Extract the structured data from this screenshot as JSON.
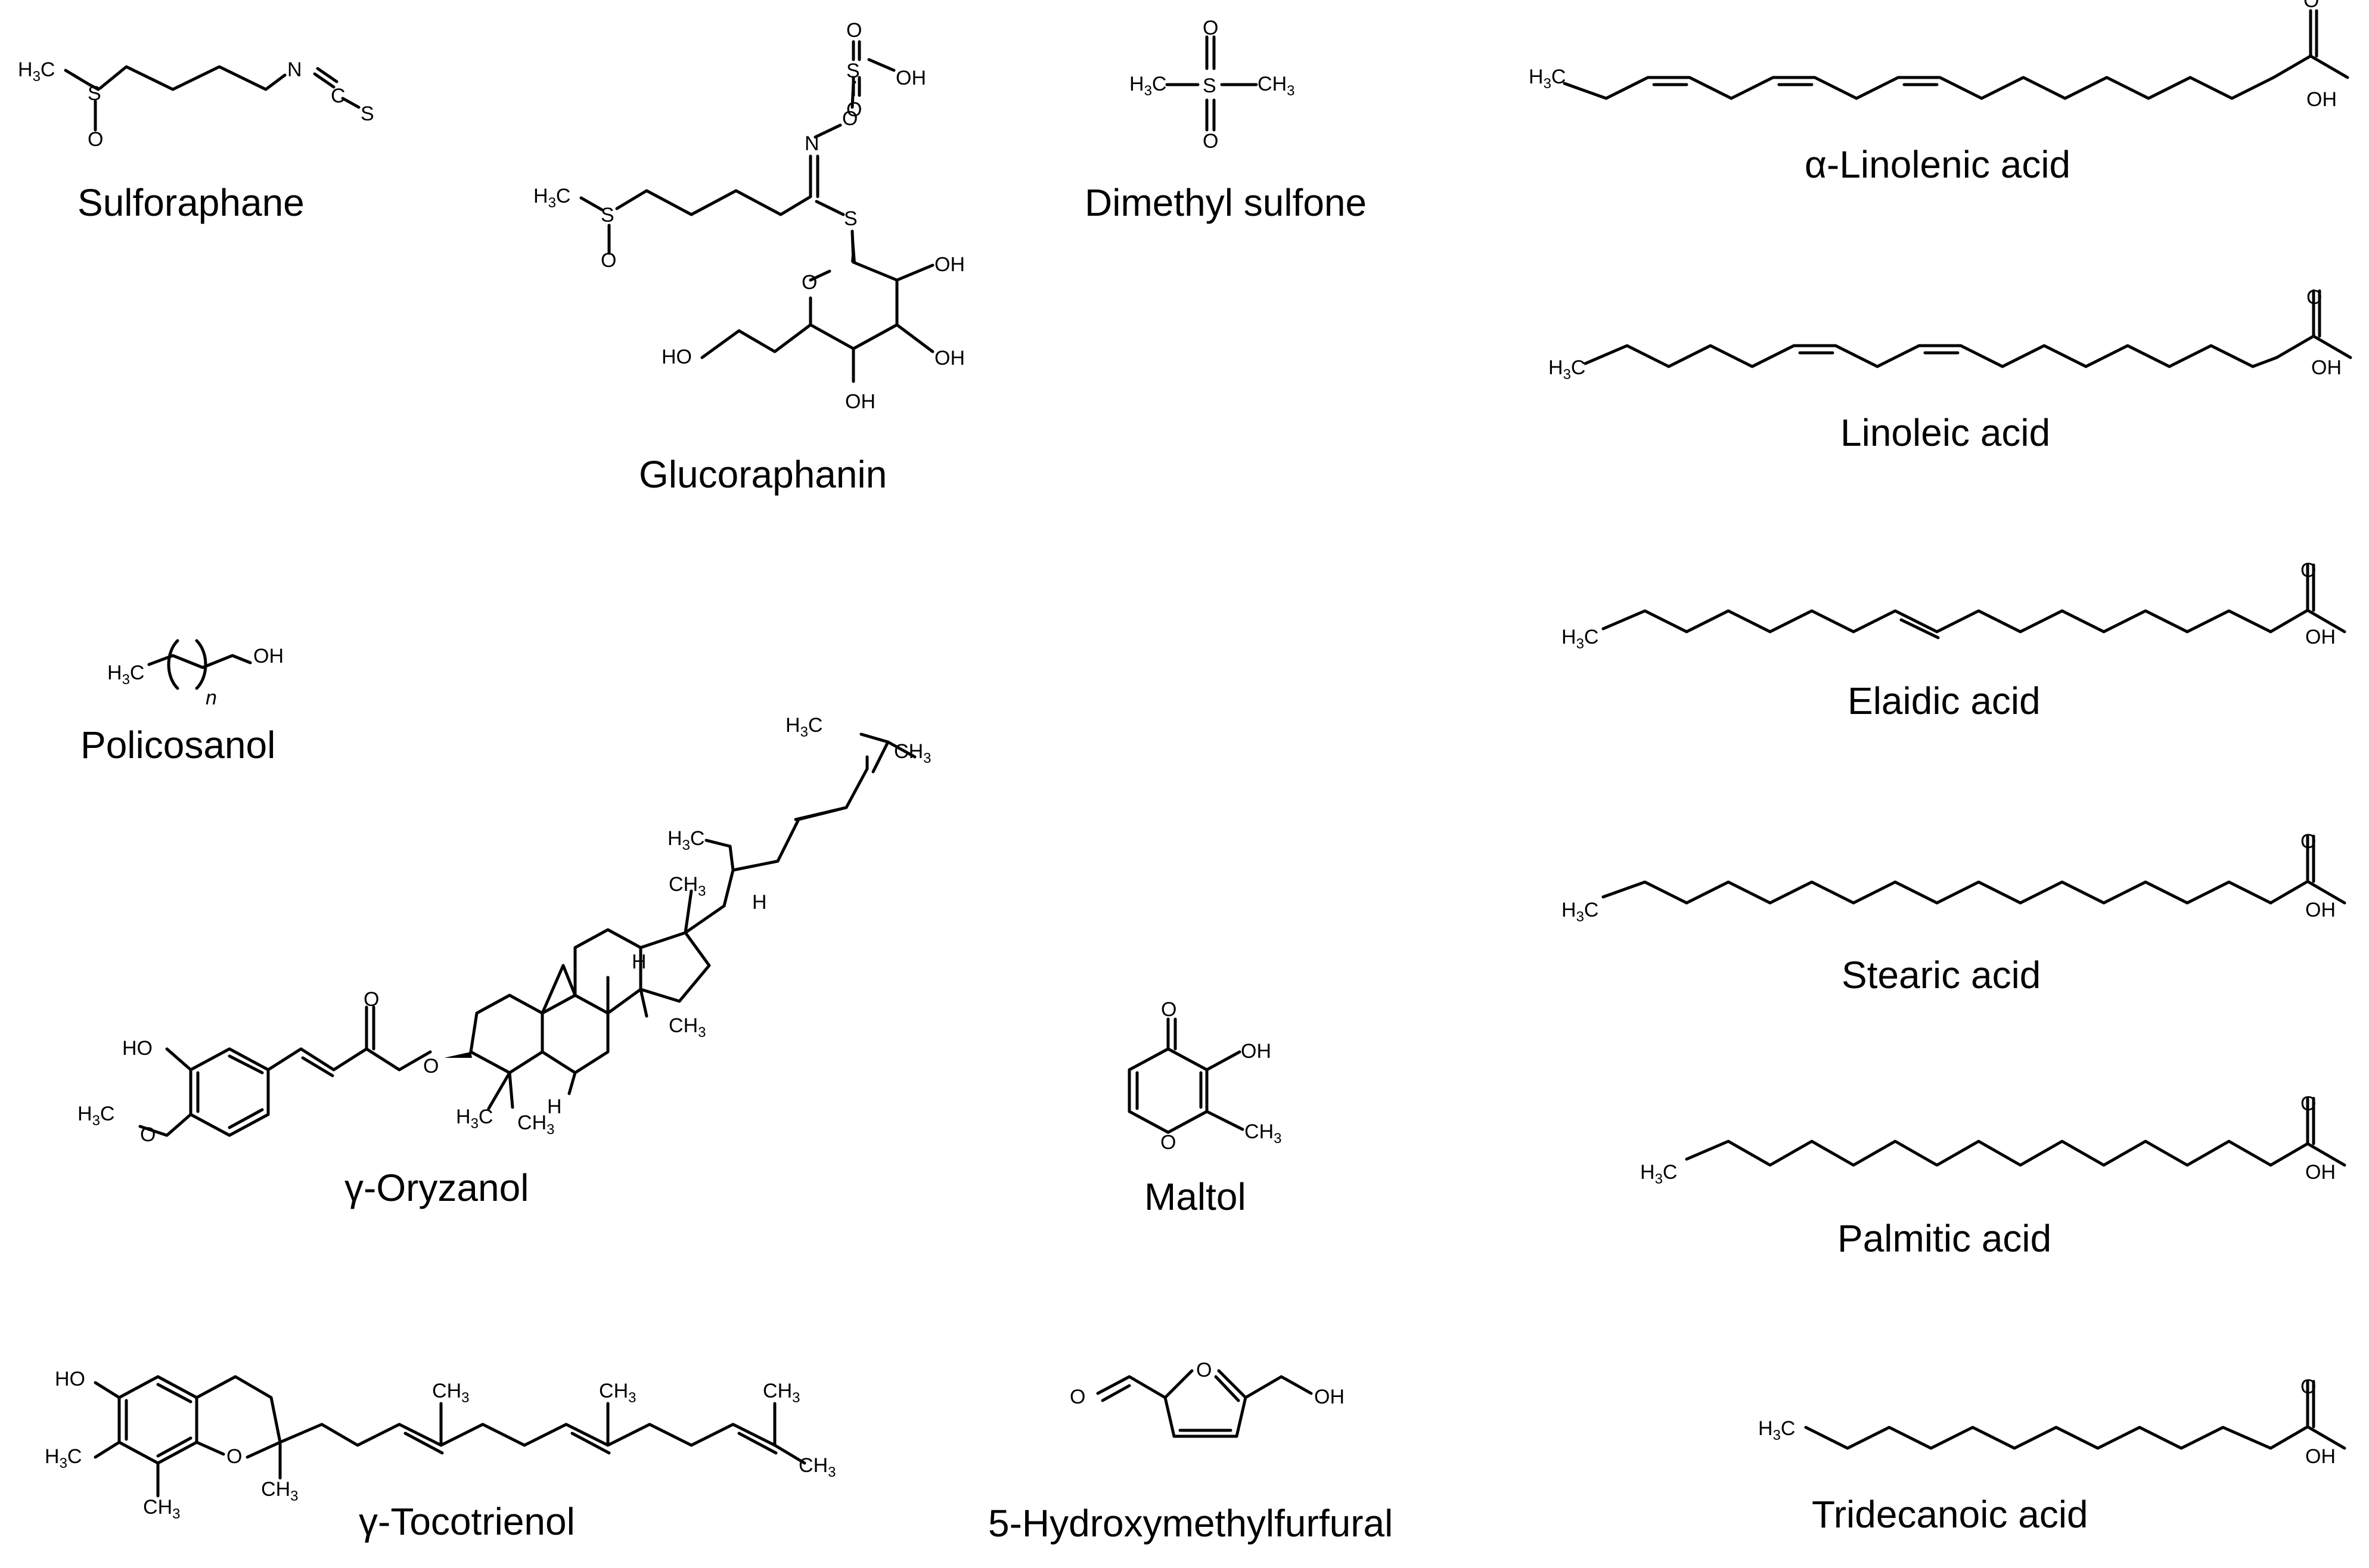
{
  "figure": {
    "compounds": [
      {
        "key": "sulforaphane",
        "name": "Sulforaphane",
        "atoms": {
          "me": "H3C",
          "s": "S",
          "o": "O",
          "n": "N",
          "c": "C",
          "s2": "S"
        }
      },
      {
        "key": "glucoraphanin",
        "name": "Glucoraphanin",
        "atoms": {
          "me": "H3C",
          "s": "S",
          "o": "O",
          "n": "N",
          "o_n": "O",
          "s_sulf": "S",
          "o_top": "O",
          "o_bot": "O",
          "oh_sulf": "OH",
          "s_gly": "S",
          "o_ring": "O",
          "oh1": "OH",
          "oh2": "OH",
          "oh3": "OH",
          "ho": "HO"
        }
      },
      {
        "key": "dimethyl_sulfone",
        "name": "Dimethyl sulfone",
        "atoms": {
          "me1": "H3C",
          "s": "S",
          "me2": "CH3",
          "o_top": "O",
          "o_bot": "O"
        }
      },
      {
        "key": "alpha_linolenic_acid",
        "name": "α-Linolenic acid",
        "atoms": {
          "me": "H3C",
          "o": "O",
          "oh": "OH"
        }
      },
      {
        "key": "linoleic_acid",
        "name": "Linoleic acid",
        "atoms": {
          "me": "H3C",
          "o": "O",
          "oh": "OH"
        }
      },
      {
        "key": "elaidic_acid",
        "name": "Elaidic acid",
        "atoms": {
          "me": "H3C",
          "o": "O",
          "oh": "OH"
        }
      },
      {
        "key": "stearic_acid",
        "name": "Stearic acid",
        "atoms": {
          "me": "H3C",
          "o": "O",
          "oh": "OH"
        }
      },
      {
        "key": "palmitic_acid",
        "name": "Palmitic acid",
        "atoms": {
          "me": "H3C",
          "o": "O",
          "oh": "OH"
        }
      },
      {
        "key": "tridecanoic_acid",
        "name": "Tridecanoic acid",
        "atoms": {
          "me": "H3C",
          "o": "O",
          "oh": "OH"
        }
      },
      {
        "key": "policosanol",
        "name": "Policosanol",
        "atoms": {
          "me": "H3C",
          "oh": "OH",
          "n": "n"
        }
      },
      {
        "key": "gamma_oryzanol",
        "name": "γ-Oryzanol",
        "atoms": {
          "ho": "HO",
          "meo_me": "H3C",
          "meo_o": "O",
          "o_carb": "O",
          "o_est": "O",
          "me_a": "H3C",
          "me_b": "CH3",
          "h_a": "H",
          "h_b": "H",
          "me_c": "CH3",
          "me_d": "CH3",
          "h_c": "H",
          "me_e": "H3C",
          "me_f": "H3C",
          "me_g": "CH3"
        }
      },
      {
        "key": "maltol",
        "name": "Maltol",
        "atoms": {
          "o_top": "O",
          "oh": "OH",
          "o_ring": "O",
          "me": "CH3"
        }
      },
      {
        "key": "gamma_tocotrienol",
        "name": "γ-Tocotrienol",
        "atoms": {
          "ho": "HO",
          "me_a": "H3C",
          "me_b": "CH3",
          "o": "O",
          "me_c": "CH3",
          "me_d": "CH3",
          "me_e": "CH3",
          "me_f": "CH3",
          "me_g": "CH3"
        }
      },
      {
        "key": "hmf",
        "name": "5-Hydroxymethylfurfural",
        "atoms": {
          "o_ald": "O",
          "o_ring": "O",
          "oh": "OH"
        }
      }
    ]
  }
}
